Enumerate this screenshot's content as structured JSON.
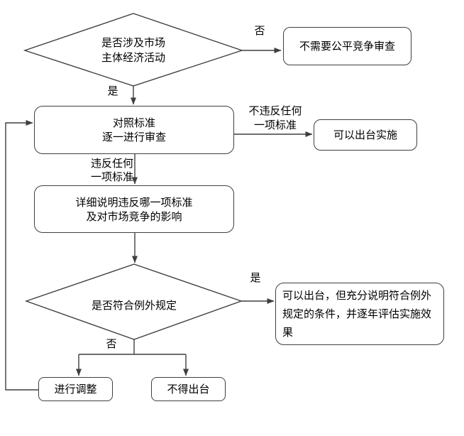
{
  "colors": {
    "stroke": "#3f3f3f",
    "text": "#000000",
    "background": "#ffffff"
  },
  "nodes": {
    "decision_market": {
      "label": "是否涉及市场\n主体经济活动"
    },
    "no_review": {
      "label": "不需要公平竞争审查"
    },
    "review": {
      "label": "对照标准\n逐一进行审查"
    },
    "implement": {
      "label": "可以出台实施"
    },
    "explain": {
      "label": "详细说明违反哪一项标准\n及对市场竞争的影响"
    },
    "decision_exception": {
      "label": "是否符合例外规定"
    },
    "implement_exception": {
      "label": "可以出台，但充分说明符合例外\n规定的条件，并逐年评估实施效\n果"
    },
    "adjust": {
      "label": "进行调整"
    },
    "forbid": {
      "label": "不得出台"
    }
  },
  "edge_labels": {
    "no_top": "否",
    "yes_top": "是",
    "not_violate": "不违反任何\n一项标准",
    "violate": "违反任何\n一项标准",
    "yes_exception": "是",
    "no_exception": "否"
  }
}
